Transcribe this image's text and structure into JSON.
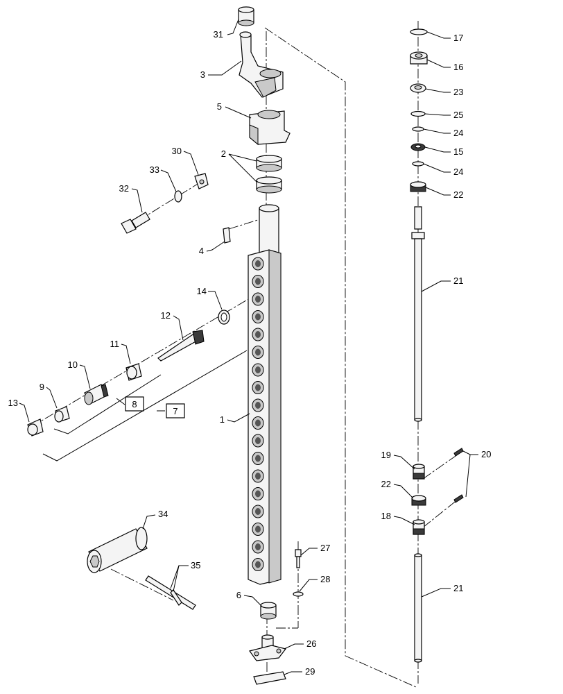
{
  "callouts": {
    "c31": "31",
    "c3": "3",
    "c5": "5",
    "c2": "2",
    "c30": "30",
    "c33": "33",
    "c32": "32",
    "c4": "4",
    "c14": "14",
    "c12": "12",
    "c11": "11",
    "c10": "10",
    "c9": "9",
    "c13": "13",
    "c8": "8",
    "c7": "7",
    "c1": "1",
    "c34": "34",
    "c35": "35",
    "c27": "27",
    "c28": "28",
    "c6": "6",
    "c26": "26",
    "c29": "29",
    "c17": "17",
    "c16": "16",
    "c23": "23",
    "c25": "25",
    "c24a": "24",
    "c15": "15",
    "c24b": "24",
    "c22a": "22",
    "c21a": "21",
    "c19": "19",
    "c20": "20",
    "c22b": "22",
    "c18": "18",
    "c21b": "21"
  }
}
